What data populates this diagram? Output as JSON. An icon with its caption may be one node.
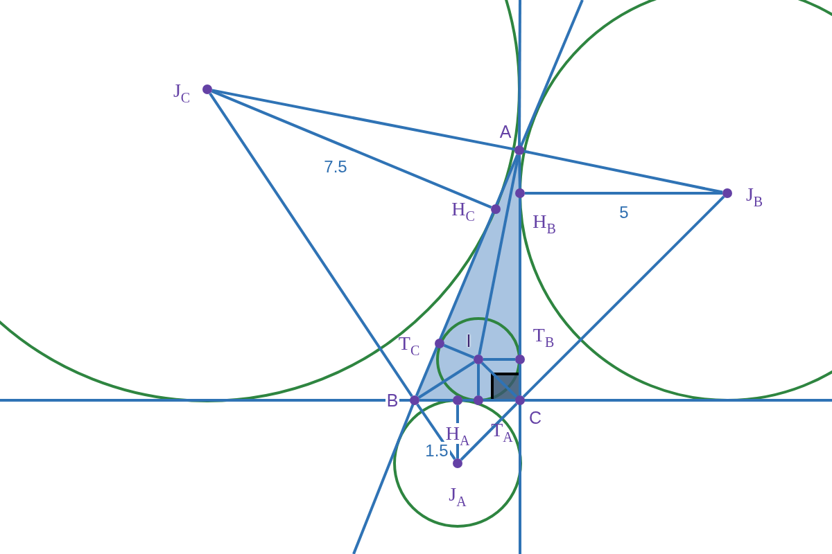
{
  "diagram": {
    "nodes": [
      {
        "text": [
          "J$_{C}$"
        ]
      },
      {
        "text": [
          "A"
        ]
      },
      {
        "text": [
          "J$_{B}$"
        ]
      },
      {
        "text": [
          "H$_{C}$"
        ]
      },
      {
        "text": [
          "H$_{B}$"
        ]
      },
      {
        "text": [
          "T$_{C}$"
        ]
      },
      {
        "text": [
          "I"
        ]
      },
      {
        "text": [
          "T$_{B}$"
        ]
      },
      {
        "text": [
          "B"
        ]
      },
      {
        "text": [
          "H$_{A}$"
        ]
      },
      {
        "text": [
          "T$_{A}$"
        ]
      },
      {
        "text": [
          "C"
        ]
      },
      {
        "text": [
          "J$_{A}$"
        ]
      }
    ],
    "edges": [
      {
        "from": 0,
        "to": 1,
        "arrow": "none"
      },
      {
        "from": 1,
        "to": 2,
        "arrow": "none"
      },
      {
        "from": 0,
        "to": 8,
        "arrow": "none"
      },
      {
        "from": 8,
        "to": 12,
        "arrow": "none"
      },
      {
        "from": 0,
        "to": 3,
        "arrow": "none",
        "label": "7.5"
      },
      {
        "from": 2,
        "to": 4,
        "arrow": "none",
        "label": "5"
      },
      {
        "from": 2,
        "to": 11,
        "arrow": "none"
      },
      {
        "from": 11,
        "to": 12,
        "arrow": "none"
      },
      {
        "from": 12,
        "to": 9,
        "arrow": "none",
        "label": "1.5"
      },
      {
        "from": 1,
        "to": 8,
        "arrow": "none"
      },
      {
        "from": 8,
        "to": 9,
        "arrow": "none"
      },
      {
        "from": 9,
        "to": 10,
        "arrow": "none"
      },
      {
        "from": 10,
        "to": 11,
        "arrow": "none"
      },
      {
        "from": 1,
        "to": 4,
        "arrow": "none"
      },
      {
        "from": 4,
        "to": 7,
        "arrow": "none"
      },
      {
        "from": 7,
        "to": 11,
        "arrow": "none"
      },
      {
        "from": 1,
        "to": 6,
        "arrow": "none"
      },
      {
        "from": 8,
        "to": 6,
        "arrow": "none"
      },
      {
        "from": 11,
        "to": 6,
        "arrow": "none"
      },
      {
        "from": 6,
        "to": 5,
        "arrow": "none"
      },
      {
        "from": 6,
        "to": 7,
        "arrow": "none"
      },
      {
        "from": 6,
        "to": 10,
        "arrow": "none"
      }
    ]
  }
}
